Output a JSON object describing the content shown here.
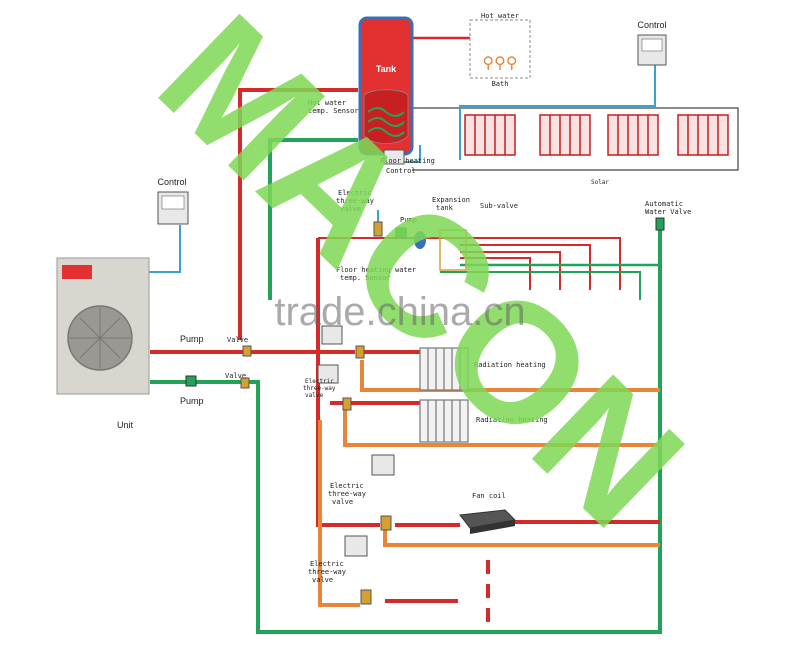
{
  "labels": {
    "tank": "Tank",
    "hot_water": "Hot water",
    "bath": "Bath",
    "control_top": "Control",
    "control_left": "Control",
    "hot_water_sensor_1": "Hot water",
    "hot_water_sensor_2": "temp. Sensor",
    "floor_heating_control_1": "Floor heating",
    "floor_heating_control_2": "Control",
    "solar": "Solar",
    "electric_valve_top_1": "Electric",
    "electric_valve_top_2": "three-way",
    "electric_valve_top_3": "valve",
    "pump_mid": "Pump",
    "expansion_tank_1": "Expansion",
    "expansion_tank_2": "tank",
    "sub_valve": "Sub-valve",
    "auto_water_valve_1": "Automatic",
    "auto_water_valve_2": "Water Valve",
    "floor_sensor_1": "Floor heating water",
    "floor_sensor_2": "temp. Sensor",
    "pump_upper": "Pump",
    "valve_upper": "Valve",
    "valve_lower": "Valve",
    "pump_lower": "Pump",
    "unit": "Unit",
    "radiation_heating_1": "Radiation heating",
    "radiation_heating_2": "Radiation heating",
    "electric_valve_small_1": "Electric",
    "electric_valve_small_2": "three-way",
    "electric_valve_small_3": "valve",
    "fan_coil": "Fan coil",
    "electric_valve_mid_1": "Electric",
    "electric_valve_mid_2": "three-way",
    "electric_valve_mid_3": "valve",
    "electric_valve_bottom_1": "Electric",
    "electric_valve_bottom_2": "three-way",
    "electric_valve_bottom_3": "valve"
  },
  "watermark": {
    "brand": "MACON",
    "site": "trade.china.cn"
  },
  "colors": {
    "hot_pipe": "#d42a2a",
    "cold_pipe": "#23a35a",
    "return_pipe": "#e8853a",
    "control_pipe": "#3aa3c8",
    "tank_fill": "#e33030",
    "tank_border": "#3b6fb8",
    "watermark_green": "#7ed957"
  }
}
